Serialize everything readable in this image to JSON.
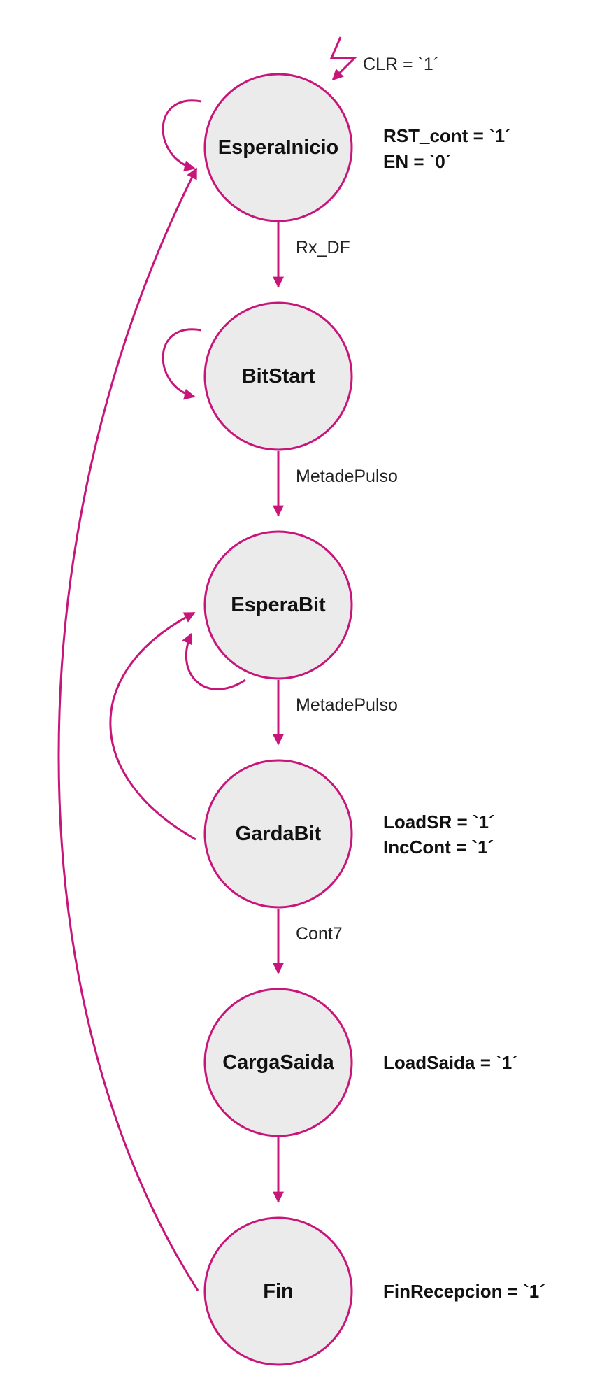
{
  "colors": {
    "accent": "#c8157a",
    "state_fill": "#ebebeb",
    "text": "#111111"
  },
  "reset": {
    "label": "CLR = `1´",
    "icon": "lightning-bolt-icon"
  },
  "states": {
    "espera_inicio": {
      "name": "EsperaInicio",
      "outputs": [
        "RST_cont = `1´",
        "EN = `0´"
      ]
    },
    "bit_start": {
      "name": "BitStart",
      "outputs": []
    },
    "espera_bit": {
      "name": "EsperaBit",
      "outputs": []
    },
    "garda_bit": {
      "name": "GardaBit",
      "outputs": [
        "LoadSR = `1´",
        "IncCont = `1´"
      ]
    },
    "carga_saida": {
      "name": "CargaSaida",
      "outputs": [
        "LoadSaida = `1´"
      ]
    },
    "fin": {
      "name": "Fin",
      "outputs": [
        "FinRecepcion = `1´"
      ]
    }
  },
  "transitions": [
    {
      "from": "EsperaInicio",
      "to": "BitStart",
      "label": "Rx_DF"
    },
    {
      "from": "BitStart",
      "to": "EsperaBit",
      "label": "MetadePulso"
    },
    {
      "from": "EsperaBit",
      "to": "GardaBit",
      "label": "MetadePulso"
    },
    {
      "from": "GardaBit",
      "to": "CargaSaida",
      "label": "Cont7"
    },
    {
      "from": "CargaSaida",
      "to": "Fin",
      "label": ""
    },
    {
      "from": "GardaBit",
      "to": "EsperaBit",
      "label": ""
    },
    {
      "from": "Fin",
      "to": "EsperaInicio",
      "label": ""
    },
    {
      "from": "EsperaInicio",
      "to": "EsperaInicio",
      "label": ""
    },
    {
      "from": "BitStart",
      "to": "BitStart",
      "label": ""
    },
    {
      "from": "EsperaBit",
      "to": "EsperaBit",
      "label": ""
    }
  ]
}
